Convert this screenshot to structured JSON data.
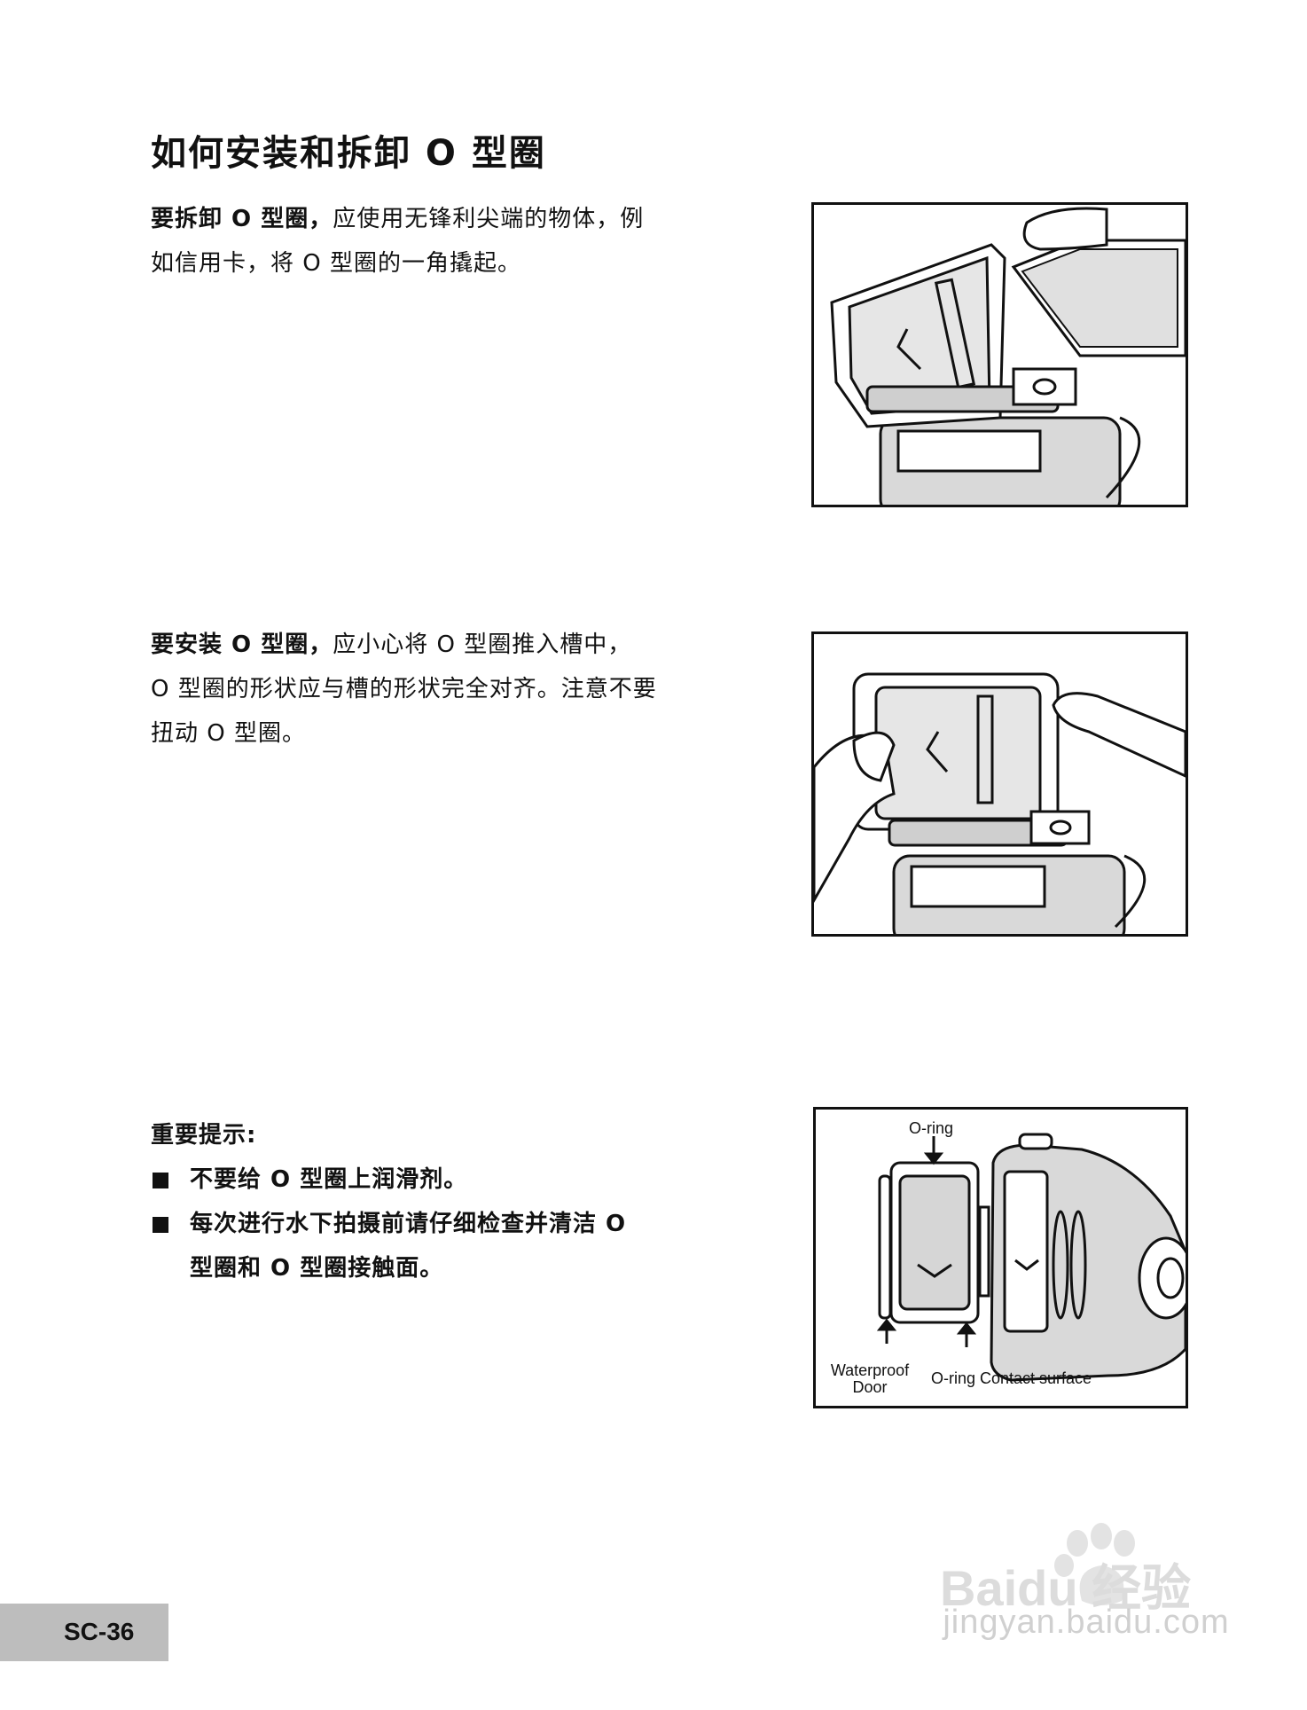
{
  "title": "如何安装和拆卸 O 型圈",
  "remove_paragraph": {
    "lead": "要拆卸 O 型圈，",
    "line1_rest": "应使用无锋利尖端的物体，例",
    "line2": "如信用卡，将 O 型圈的一角撬起。"
  },
  "install_paragraph": {
    "lead": "要安装 O 型圈，",
    "line1_rest": "应小心将 O 型圈推入槽中，",
    "line2": "O 型圈的形状应与槽的形状完全对齐。注意不要",
    "line3": "扭动 O 型圈。"
  },
  "notes": {
    "heading": "重要提示:",
    "items": [
      {
        "line1": "不要给 O 型圈上润滑剂。"
      },
      {
        "line1": "每次进行水下拍摄前请仔细检查并清洁 O",
        "line2": "型圈和 O 型圈接触面。"
      }
    ]
  },
  "figure3_labels": {
    "oring": "O-ring",
    "door_line1": "Waterproof",
    "door_line2": "Door",
    "contact": "O-ring Contact surface"
  },
  "page_number": "SC-36",
  "watermark": {
    "logo_text": "Baidu 经验",
    "url": "jingyan.baidu.com"
  }
}
